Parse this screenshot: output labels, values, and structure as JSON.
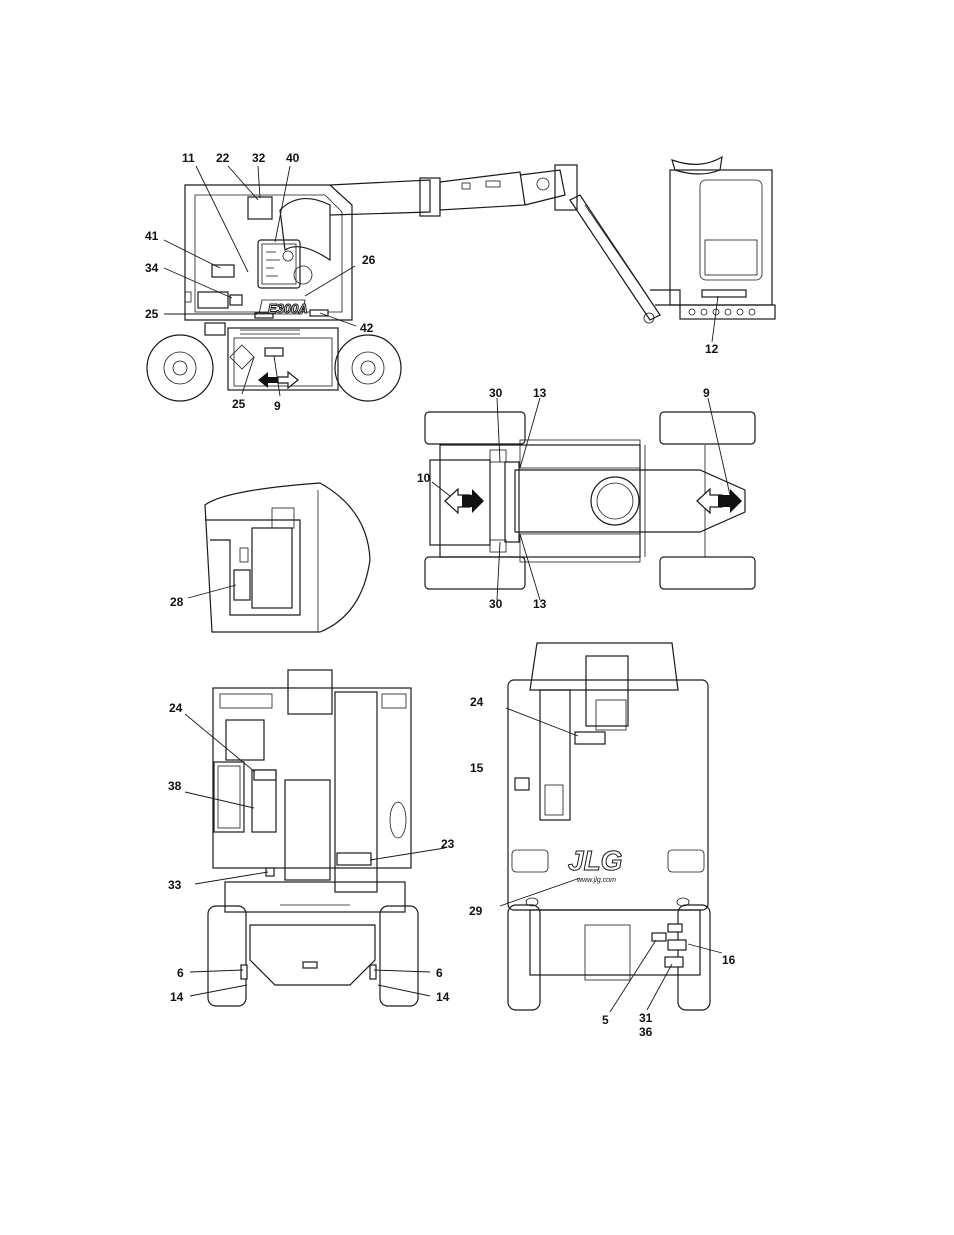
{
  "callouts": {
    "side": [
      "11",
      "22",
      "32",
      "40",
      "41",
      "26",
      "34",
      "25",
      "42",
      "12",
      "25",
      "9"
    ],
    "top": [
      "30",
      "13",
      "9",
      "10",
      "30",
      "13"
    ],
    "detail": [
      "28"
    ],
    "rear": [
      "24",
      "38",
      "23",
      "33",
      "6",
      "6",
      "14",
      "14"
    ],
    "front": [
      "24",
      "15",
      "29",
      "16",
      "5",
      "31",
      "36"
    ]
  },
  "model_badge": "E300A",
  "brand_logo": "JLG",
  "website": "www.jlg.com"
}
